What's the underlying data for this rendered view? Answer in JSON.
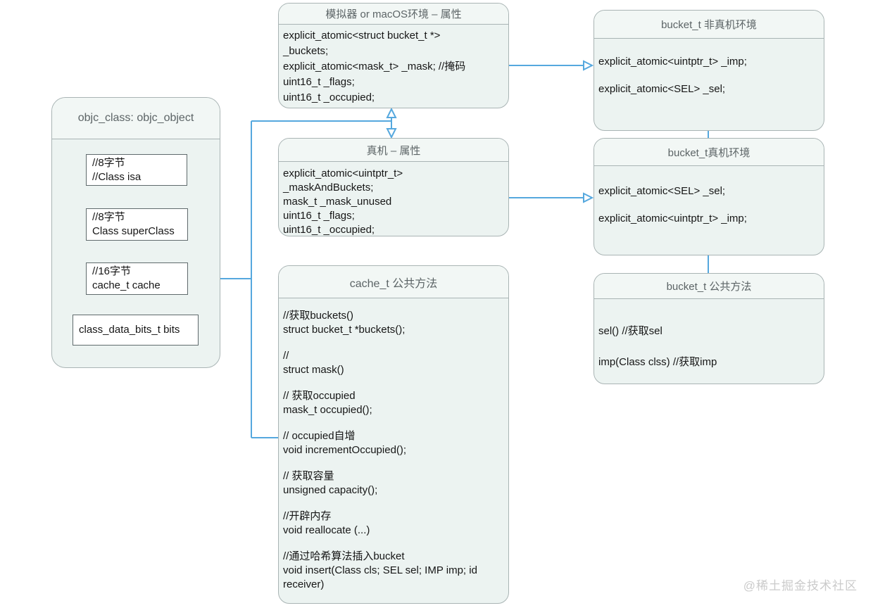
{
  "colors": {
    "accent_blue": "#55a8de",
    "box_fill": "#ecf3f1",
    "box_border": "#a9b4b4",
    "header_text": "#5c6466",
    "body_text": "#161616",
    "watermark_gray": "#cbcbcb"
  },
  "objc_class_box": {
    "title": "objc_class: objc_object",
    "field_isa": {
      "line1": "//8字节",
      "line2": "//Class isa"
    },
    "field_superclass": {
      "line1": "//8字节",
      "line2": "Class superClass"
    },
    "field_cache": {
      "line1": "//16字节",
      "line2": "cache_t cache"
    },
    "field_bits": {
      "line1": "class_data_bits_t bits"
    }
  },
  "simulator_box": {
    "title": "模拟器 or macOS环境 – 属性",
    "line1": "explicit_atomic<struct bucket_t *>\n_buckets;",
    "line2": "explicit_atomic<mask_t> _mask; //掩码",
    "line3": "uint16_t _flags;",
    "line4": "uint16_t _occupied;"
  },
  "device_box": {
    "title": "真机 – 属性",
    "line1": "explicit_atomic<uintptr_t>\n_maskAndBuckets;",
    "line2": "mask_t _mask_unused",
    "line3": "uint16_t _flags;",
    "line4": "uint16_t _occupied;"
  },
  "cache_methods_box": {
    "title": "cache_t 公共方法",
    "groups": [
      {
        "c": "//获取buckets()",
        "m": "struct bucket_t *buckets();"
      },
      {
        "c": "//",
        "m": "struct mask()"
      },
      {
        "c": "// 获取occupied",
        "m": "mask_t occupied();"
      },
      {
        "c": "// occupied自增",
        "m": "void incrementOccupied();"
      },
      {
        "c": "// 获取容量",
        "m": "unsigned capacity();"
      },
      {
        "c": "//开辟内存",
        "m": "void reallocate (...)"
      },
      {
        "c": "//通过哈希算法插入bucket",
        "m": "void insert(Class cls; SEL sel; IMP imp; id\nreceiver)"
      }
    ]
  },
  "bucket_sim_box": {
    "title": "bucket_t 非真机环境",
    "line1": "explicit_atomic<uintptr_t> _imp;",
    "line2": "explicit_atomic<SEL> _sel;"
  },
  "bucket_device_box": {
    "title": "bucket_t真机环境",
    "line1": "explicit_atomic<SEL> _sel;",
    "line2": "explicit_atomic<uintptr_t> _imp;"
  },
  "bucket_methods_box": {
    "title": "bucket_t 公共方法",
    "line1": "sel() //获取sel",
    "line2": "imp(Class clss) //获取imp"
  },
  "watermark": "@稀土掘金技术社区"
}
